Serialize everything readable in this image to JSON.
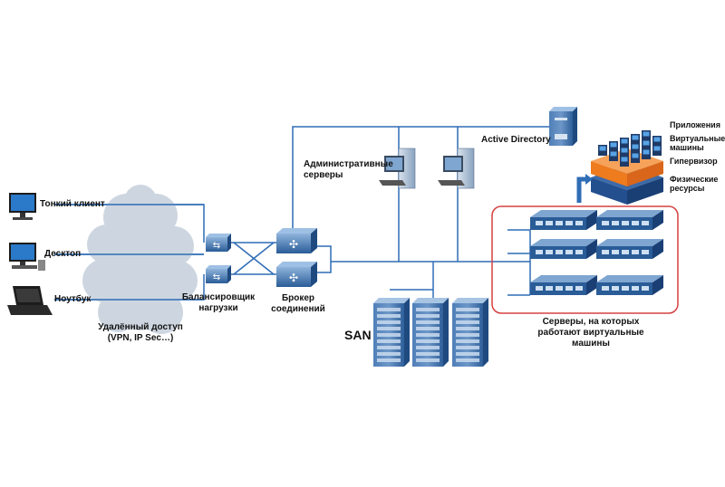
{
  "colors": {
    "line": "#2f6db5",
    "device": "#2a5c97",
    "device_light": "#7fa6d1",
    "cloud": "#c9d3de",
    "highlight_border": "#d64040",
    "hypervisor": "#ee7b1e",
    "hardware": "#234f8f"
  },
  "clients": {
    "thin_client": "Тонкий клиент",
    "desktop": "Десктоп",
    "laptop": "Ноутбук"
  },
  "remote_access": {
    "line1": "Удалённый доступ",
    "line2": "(VPN, IP Sec…)"
  },
  "load_balancer": {
    "line1": "Балансировщик",
    "line2": "нагрузки"
  },
  "broker": {
    "line1": "Брокер",
    "line2": "соединений"
  },
  "admin_servers": {
    "line1": "Административные",
    "line2": "серверы"
  },
  "active_directory": "Active Directory",
  "san": "SAN",
  "vm_servers": {
    "line1": "Серверы, на которых",
    "line2": "работают виртуальные",
    "line3": "машины"
  },
  "stack": {
    "apps": "Приложения",
    "vms_line1": "Виртуальные",
    "vms_line2": "машины",
    "hypervisor": "Гипервизор",
    "physical_line1": "Физические",
    "physical_line2": "ресурсы"
  }
}
